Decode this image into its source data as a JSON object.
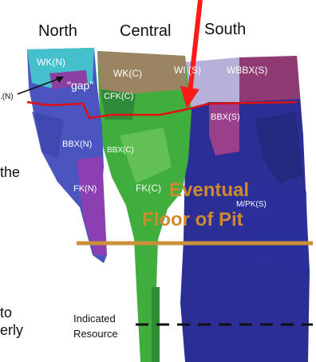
{
  "headers": {
    "north": "North",
    "central": "Central",
    "south": "South"
  },
  "zones": {
    "wk_n": "WK(N)",
    "gap": "\"gap\"",
    "n_left": ".(N)",
    "wk_c": "WK(C)",
    "cfk_c": "CFK(C)",
    "wk_s": "WI (S)",
    "wbbx_s": "WBBX(S)",
    "bbx_s": "BBX(S)",
    "bbx_n": "BBX(N)",
    "bbx_c": "BBX(C)",
    "fk_n": "FK(N)",
    "fk_c": "FK(C)",
    "mpk_s": "M/PK(S)"
  },
  "overlay": {
    "line1": "Eventual",
    "line2": "Floor of Pit"
  },
  "resource": {
    "line1": "Indicated",
    "line2": "Resource"
  },
  "cut_text": {
    "the": "the",
    "to": "to",
    "erly": "erly"
  },
  "colors": {
    "floor_line": "#c8913a",
    "pit_text": "#d08a2e",
    "red_outline": "#e01010",
    "arrow": "#ff1a1a",
    "south_body": "#2b2f95",
    "central_body": "#3fae3c",
    "north_body": "#4a55c0"
  }
}
